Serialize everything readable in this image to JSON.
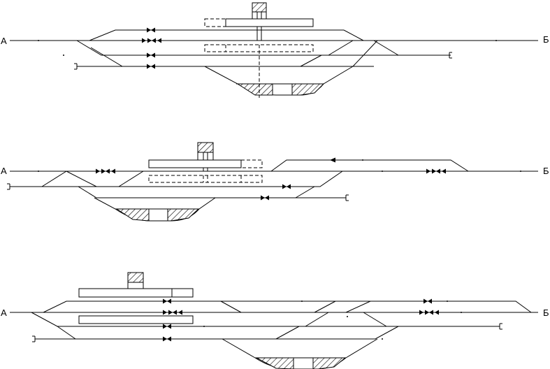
{
  "diagrams": [
    {
      "left_label": "А",
      "right_label": "Б"
    },
    {
      "left_label": "А",
      "right_label": "Б"
    },
    {
      "left_label": "А",
      "right_label": "Б"
    }
  ]
}
